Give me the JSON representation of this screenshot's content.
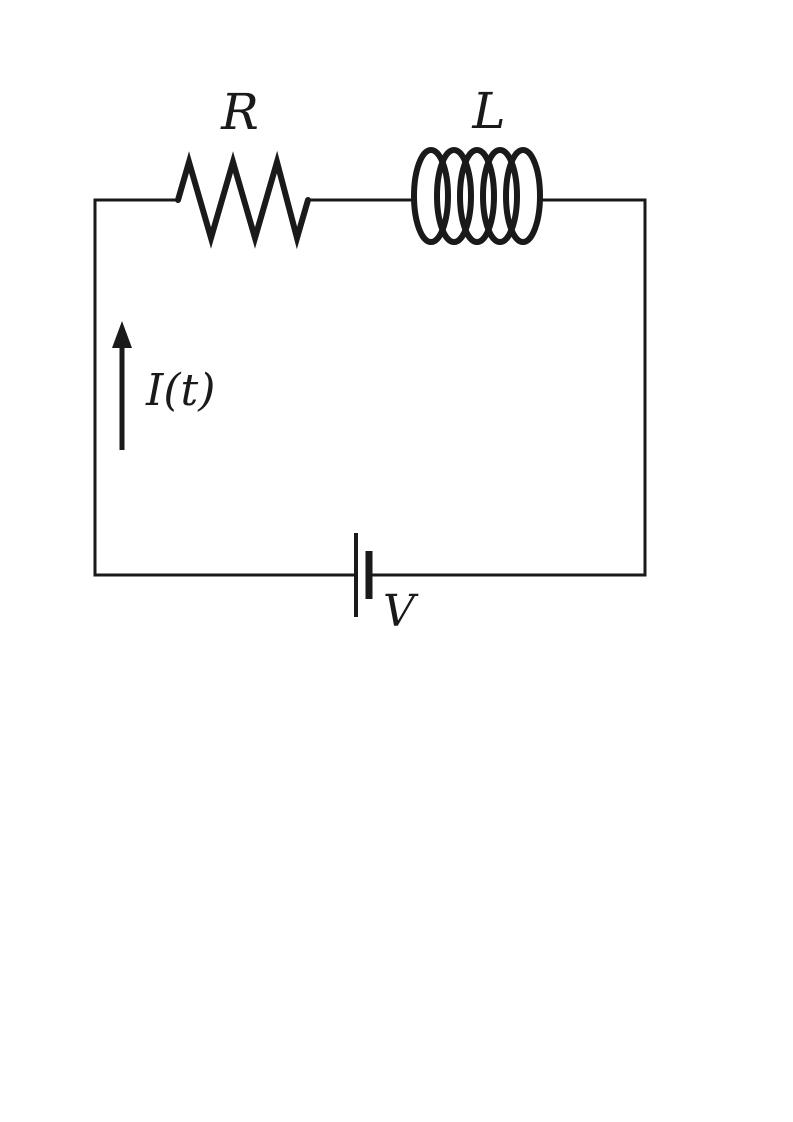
{
  "diagram": {
    "type": "circuit",
    "labels": {
      "resistor": "R",
      "inductor": "L",
      "current": "I(t)",
      "source": "V"
    },
    "components": [
      {
        "id": "resistor",
        "symbol": "zigzag",
        "label": "R",
        "location": "top wire, left"
      },
      {
        "id": "inductor",
        "symbol": "coil",
        "label": "L",
        "location": "top wire, right"
      },
      {
        "id": "battery",
        "symbol": "battery-cell",
        "label": "V",
        "location": "bottom wire, center"
      },
      {
        "id": "current-arrow",
        "symbol": "arrow-up",
        "label": "I(t)",
        "location": "left wire"
      }
    ],
    "colors": {
      "stroke": "#1a1a1a",
      "background": "#ffffff"
    }
  }
}
